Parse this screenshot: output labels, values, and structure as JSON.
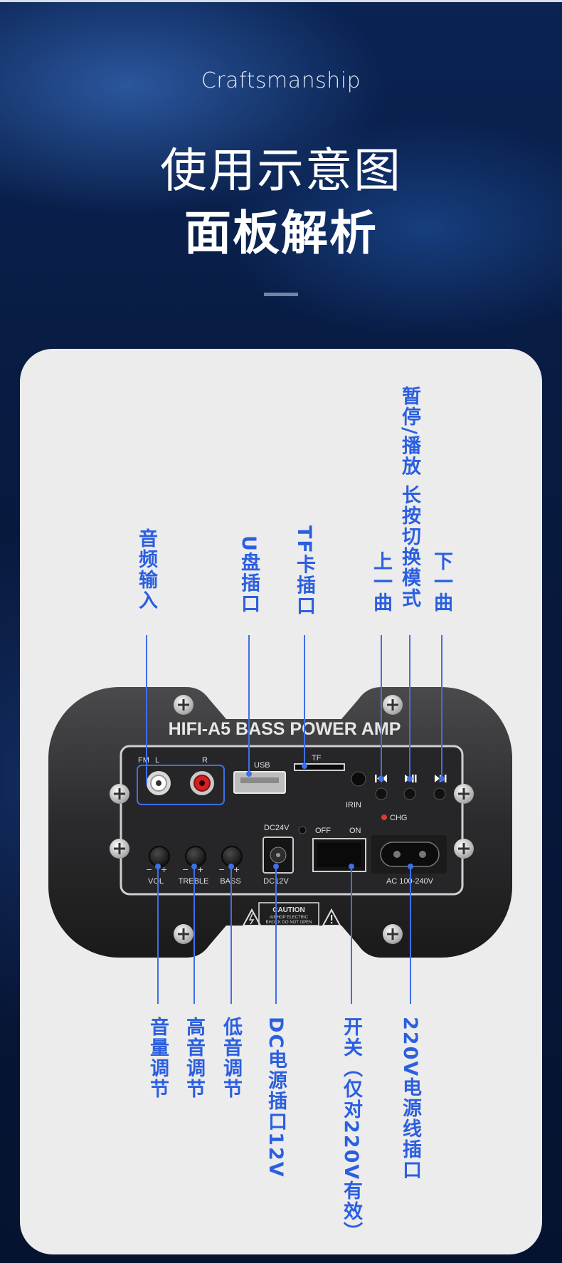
{
  "header": {
    "subtitle": "Craftsmanship",
    "title_line1": "使用示意图",
    "title_line2": "面板解析"
  },
  "panel": {
    "model": "HIFI-A5 BASS POWER AMP",
    "fm": "FM",
    "l": "L",
    "r": "R",
    "usb": "USB",
    "tf": "TF",
    "irin": "IRIN",
    "chg": "CHG",
    "dc24": "DC24V",
    "off": "OFF",
    "on": "ON",
    "vol": "VOL",
    "treble": "TREBLE",
    "bass": "BASS",
    "dc12": "DC12V",
    "ac": "AC 100-240V",
    "caution": "CAUTION",
    "caution_line1": "AIBHOP ELECTRIC",
    "caution_line2": "BHOCK DO NOT OPEN",
    "minus": "−",
    "plus": "+"
  },
  "labels": {
    "audio_in": "音频输入",
    "usb_port": "U盘插口",
    "tf_port": "TF卡插口",
    "prev": "上一曲",
    "play_pause": "暂停/播放 长按切换模式",
    "next": "下一曲",
    "volume": "音量调节",
    "treble": "高音调节",
    "bass": "低音调节",
    "dc_port": "DC电源插口12V",
    "switch": "开关（仅对220V有效）",
    "ac_port": "220V电源线插口"
  },
  "colors": {
    "accent": "#2b5fe0",
    "background": "#081a40",
    "card": "#ececec"
  }
}
